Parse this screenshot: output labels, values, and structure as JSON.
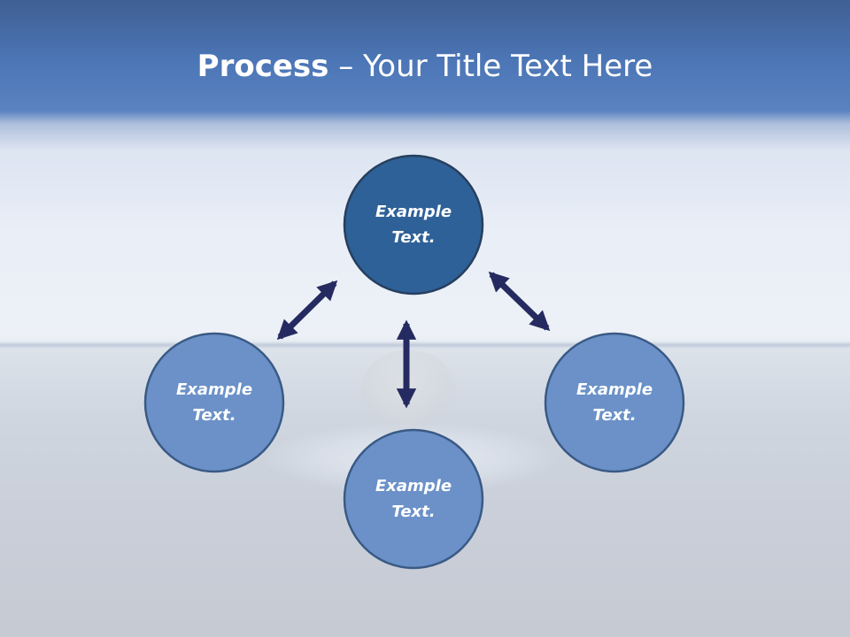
{
  "title": {
    "bold_part": "Process",
    "separator": " – ",
    "rest": "Your Title Text Here"
  },
  "nodes": {
    "top": "Example\nText.",
    "left": "Example\nText.",
    "right": "Example\nText.",
    "bottom": "Example\nText."
  },
  "colors": {
    "center_node_fill": "#2e6197",
    "outer_node_fill": "#6b91c8",
    "node_stroke": "#263f5e",
    "arrow": "#252b60"
  }
}
